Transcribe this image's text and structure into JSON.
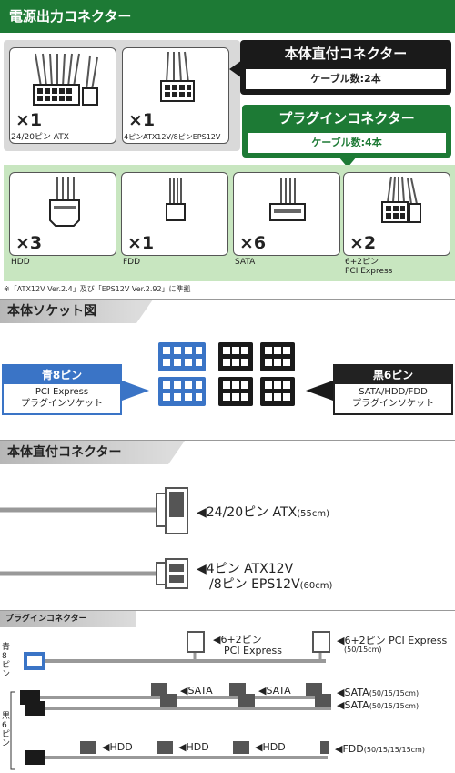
{
  "header": {
    "title": "電源出力コネクター"
  },
  "direct_label": {
    "title": "本体直付コネクター",
    "sub": "ケーブル数:2本"
  },
  "plugin_label": {
    "title": "プラグインコネクター",
    "sub": "ケーブル数:4本"
  },
  "direct_connectors": [
    {
      "count": "×1",
      "name": "24/20ピン ATX"
    },
    {
      "count": "×1",
      "name": "4ピンATX12V/8ピンEPS12V"
    }
  ],
  "plugin_connectors": [
    {
      "count": "×3",
      "name": "HDD",
      "name2": ""
    },
    {
      "count": "×1",
      "name": "FDD",
      "name2": ""
    },
    {
      "count": "×6",
      "name": "SATA",
      "name2": ""
    },
    {
      "count": "×2",
      "name": "6+2ピン",
      "name2": "PCI Express"
    }
  ],
  "compliance_note": "※「ATX12V Ver.2.4」及び「EPS12V Ver.2.92」に準拠",
  "socket_section": {
    "title": "本体ソケット図",
    "blue": {
      "title": "青8ピン",
      "line1": "PCI Express",
      "line2": "プラグインソケット"
    },
    "black": {
      "title": "黒6ピン",
      "line1": "SATA/HDD/FDD",
      "line2": "プラグインソケット"
    }
  },
  "direct_section": {
    "title": "本体直付コネクター",
    "atx": {
      "name": "◀24/20ピン ATX",
      "len": "(55cm)"
    },
    "eps_line1": "◀4ピン ATX12V",
    "eps_line2": "/8ピン EPS12V",
    "eps_len": "(60cm)"
  },
  "plugin_section": {
    "title": "プラグインコネクター",
    "blue_side": "青8ピン",
    "black_side": "黒6ピン",
    "pcie_mid_1": "◀6+2ピン",
    "pcie_mid_2": "PCI Express",
    "pcie_end": "◀6+2ピン PCI Express",
    "pcie_len": "(50/15cm)",
    "sata_a": "◀SATA",
    "sata_b": "◀SATA",
    "sata_end_1": "◀SATA",
    "sata_end_2": "◀SATA",
    "sata_len_1": "(50/15/15cm)",
    "sata_len_2": "(50/15/15cm)",
    "hdd_1": "◀HDD",
    "hdd_2": "◀HDD",
    "hdd_3": "◀HDD",
    "fdd": "◀FDD",
    "fdd_len": "(50/15/15/15cm)"
  },
  "colors": {
    "green": "#1d7a35",
    "light_green": "#c8e6c0",
    "blue": "#3a74c6",
    "black": "#1a1a1a"
  }
}
